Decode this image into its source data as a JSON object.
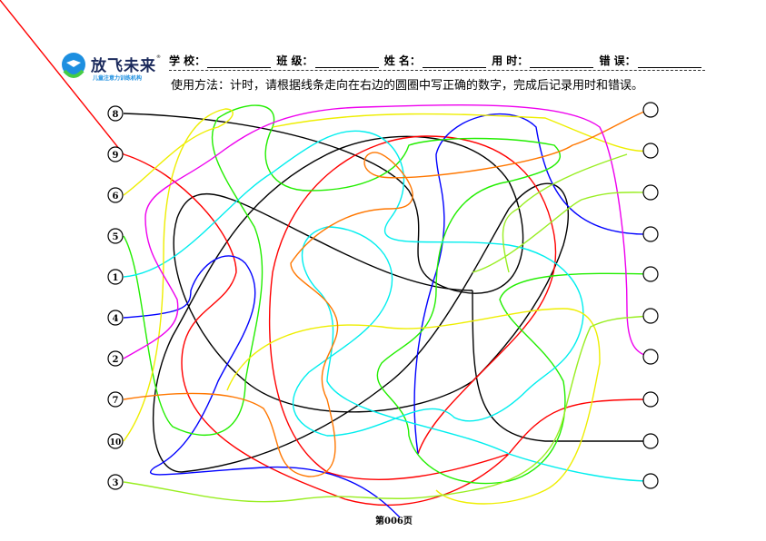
{
  "logo": {
    "brand": "放飞未来",
    "reg": "®",
    "subtitle": "儿童注意力训练机构"
  },
  "fields": [
    {
      "label": "学  校："
    },
    {
      "label": "班  级："
    },
    {
      "label": "姓  名："
    },
    {
      "label": "用  时："
    },
    {
      "label": "错  误："
    }
  ],
  "instructions": "使用方法：计时，请根据线条走向在右边的圆圈中写正确的数字，完成后记录用时和错误。",
  "left_numbers": [
    "8",
    "9",
    "6",
    "5",
    "1",
    "4",
    "2",
    "7",
    "10",
    "3"
  ],
  "footer": "第006页",
  "colors": {
    "black": "#000000",
    "red": "#ff0000",
    "blue": "#0000ff",
    "green": "#22ee00",
    "cyan": "#00eeee",
    "yellow": "#eeee00",
    "orange": "#ff7700",
    "magenta": "#ee00ee",
    "lime": "#99ee22"
  }
}
